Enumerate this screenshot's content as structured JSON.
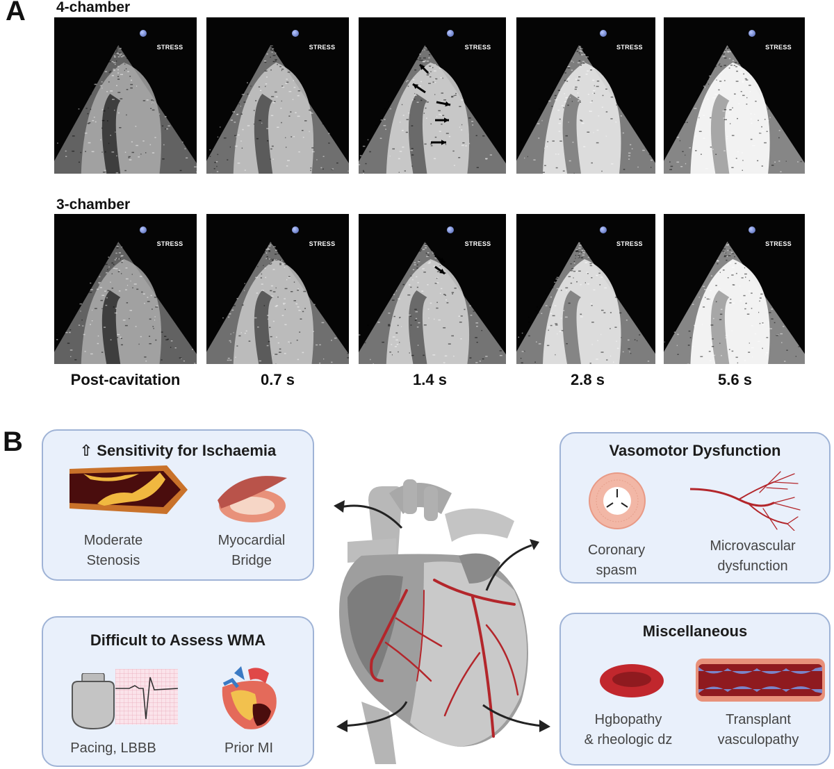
{
  "panel_a": {
    "letter": "A",
    "row_4ch_title": "4-chamber",
    "row_3ch_title": "3-chamber",
    "stress_label": "STRESS",
    "time_labels": [
      "Post-cavitation",
      "0.7 s",
      "1.4 s",
      "2.8 s",
      "5.6 s"
    ],
    "frame_brightness": [
      0.45,
      0.62,
      0.7,
      0.82,
      0.95
    ]
  },
  "panel_b": {
    "letter": "B",
    "boxes": {
      "sensitivity": {
        "title": "⇧ Sensitivity for Ischaemia",
        "item1": [
          "Moderate",
          "Stenosis"
        ],
        "item2": [
          "Myocardial",
          "Bridge"
        ]
      },
      "vasomotor": {
        "title": "Vasomotor Dysfunction",
        "item1": [
          "Coronary",
          "spasm"
        ],
        "item2": [
          "Microvascular",
          "dysfunction"
        ]
      },
      "difficult": {
        "title": "Difficult to Assess WMA",
        "item1": [
          "Pacing, LBBB"
        ],
        "item2": [
          "Prior MI"
        ]
      },
      "misc": {
        "title": "Miscellaneous",
        "item1": [
          "Hgbopathy",
          "& rheologic dz"
        ],
        "item2": [
          "Transplant",
          "vasculopathy"
        ]
      }
    },
    "colors": {
      "box_fill": "#e9f0fb",
      "box_border": "#9fb3d6",
      "vessel_red": "#b3262b",
      "heart_gray": "#9a9a9a"
    },
    "icons": [
      "stenosis-artery-icon",
      "myocardial-bridge-icon",
      "coronary-spasm-icon",
      "microvasculature-icon",
      "pacemaker-icon",
      "ecg-strip-icon",
      "heart-infarct-icon",
      "red-blood-cell-icon",
      "transplant-vessel-icon",
      "central-heart-icon"
    ]
  }
}
